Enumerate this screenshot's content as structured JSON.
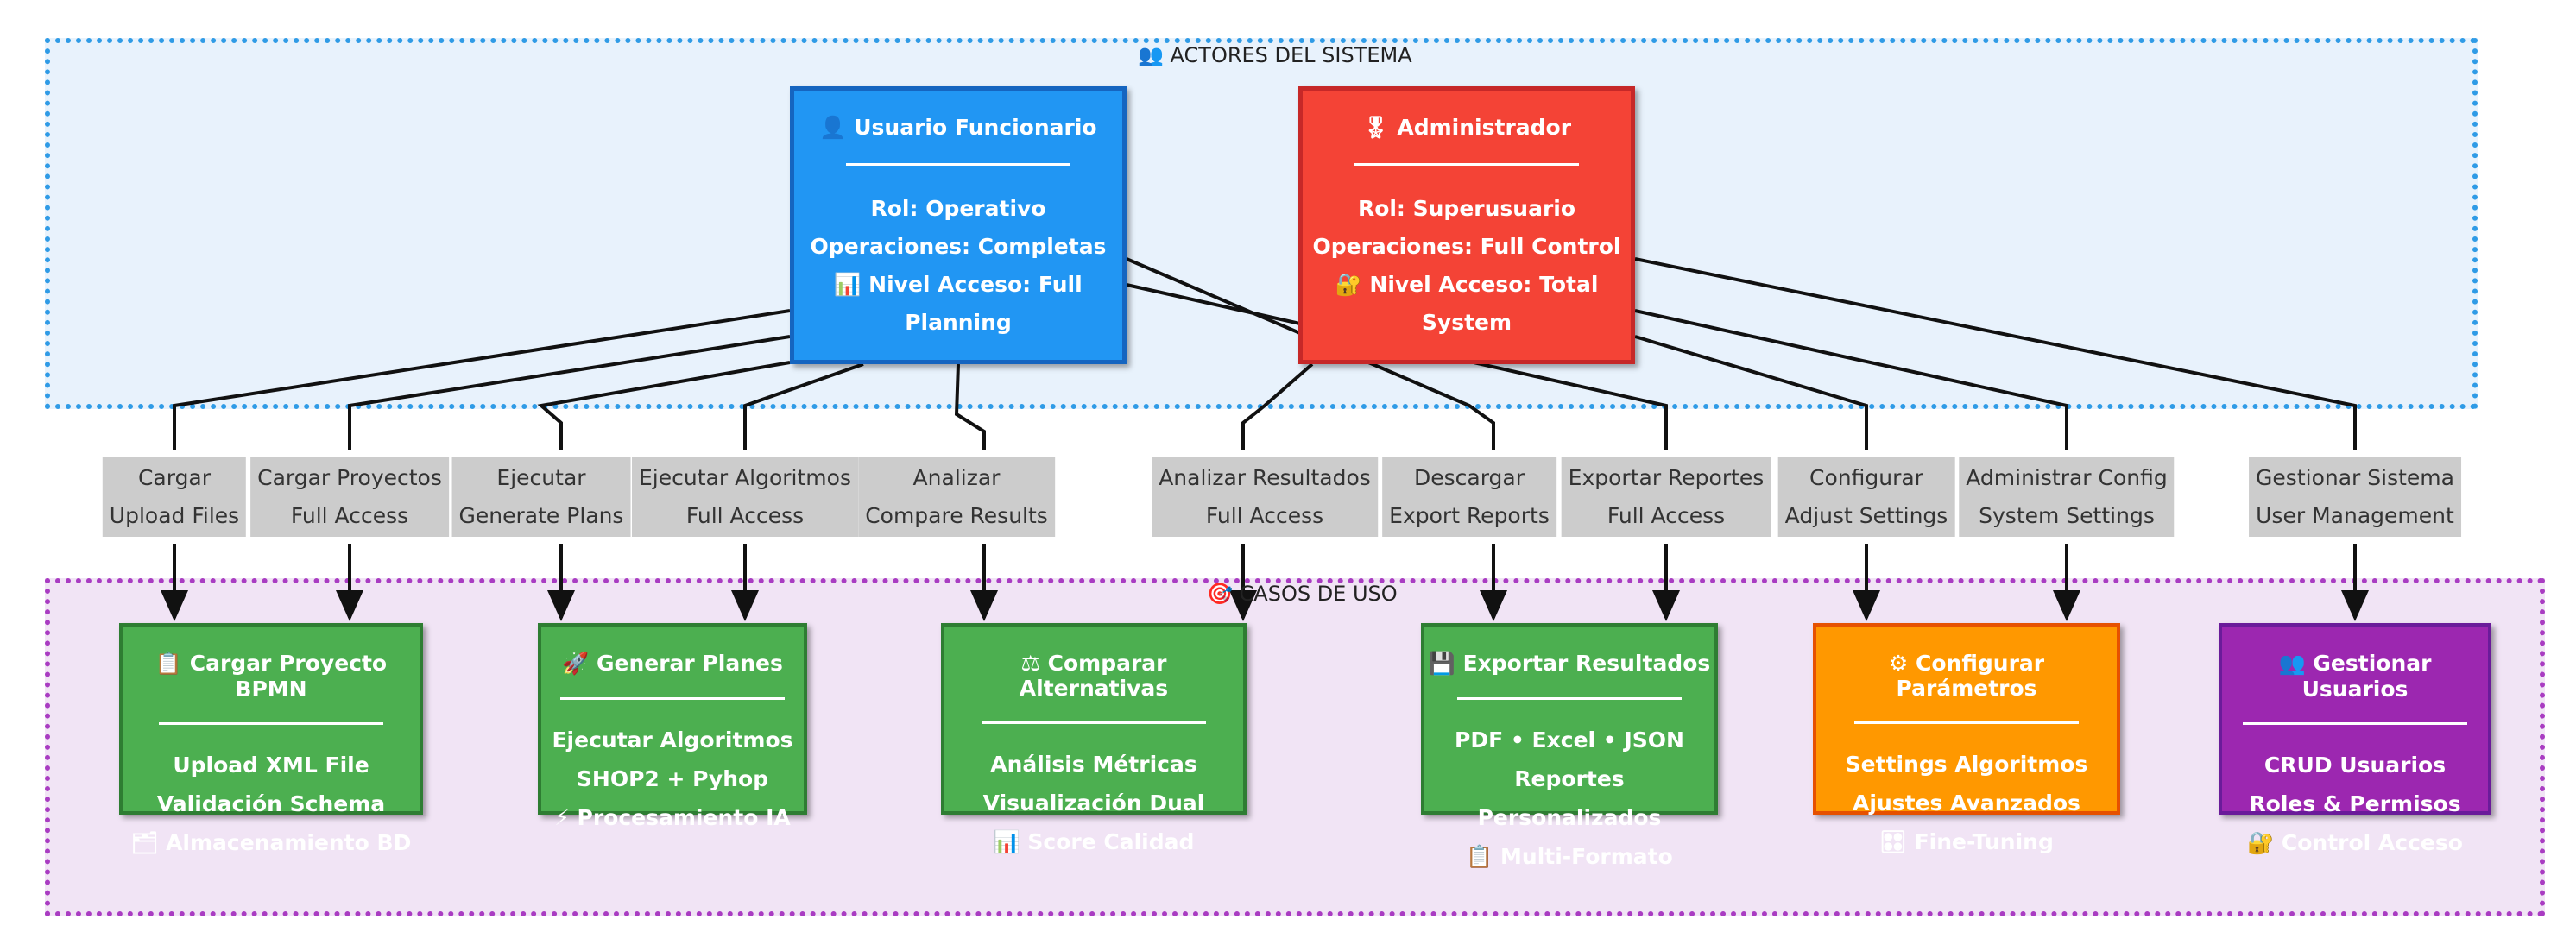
{
  "colors": {
    "actor_user": "#2196f3",
    "actor_admin": "#f44336",
    "use_case_default": "#4caf50",
    "use_case_config": "#ff9800",
    "use_case_users": "#9c27b0",
    "actors_cluster_border": "#2f9be6",
    "use_cases_cluster_border": "#a93cc2"
  },
  "clusters": {
    "actors_title_icon": "👥",
    "actors_title": "ACTORES DEL SISTEMA",
    "use_cases_title_icon": "🎯",
    "use_cases_title": "CASOS DE USO"
  },
  "actors": [
    {
      "icon": "👤",
      "title": "Usuario Funcionario",
      "lines": [
        "Rol: Operativo",
        "Operaciones: Completas",
        "📊 Nivel Acceso: Full",
        "Planning"
      ]
    },
    {
      "icon": "🎖",
      "title": "Administrador",
      "lines": [
        "Rol: Superusuario",
        "Operaciones: Full Control",
        "🔐 Nivel Acceso: Total",
        "System"
      ]
    }
  ],
  "use_cases": [
    {
      "icon": "📋",
      "title": "Cargar Proyecto BPMN",
      "lines": [
        "Upload XML File",
        "Validación Schema",
        "🗂 Almacenamiento BD"
      ]
    },
    {
      "icon": "🚀",
      "title": "Generar Planes",
      "lines": [
        "Ejecutar Algoritmos",
        "SHOP2 + Pyhop",
        "⚡ Procesamiento IA"
      ]
    },
    {
      "icon": "⚖",
      "title": "Comparar Alternativas",
      "lines": [
        "Análisis Métricas",
        "Visualización Dual",
        "📊 Score Calidad"
      ]
    },
    {
      "icon": "💾",
      "title": "Exportar Resultados",
      "lines": [
        "PDF • Excel • JSON",
        "Reportes Personalizados",
        "📋 Multi-Formato"
      ]
    },
    {
      "icon": "⚙",
      "title": "Configurar Parámetros",
      "lines": [
        "Settings Algoritmos",
        "Ajustes Avanzados",
        "🎛 Fine-Tuning"
      ]
    },
    {
      "icon": "👥",
      "title": "Gestionar Usuarios",
      "lines": [
        "CRUD Usuarios",
        "Roles & Permisos",
        "🔐 Control Acceso"
      ]
    }
  ],
  "edges": [
    {
      "line1": "Cargar",
      "line2": "Upload Files"
    },
    {
      "line1": "Cargar Proyectos",
      "line2": "Full Access"
    },
    {
      "line1": "Ejecutar",
      "line2": "Generate Plans"
    },
    {
      "line1": "Ejecutar Algoritmos",
      "line2": "Full Access"
    },
    {
      "line1": "Analizar",
      "line2": "Compare Results"
    },
    {
      "line1": "Analizar Resultados",
      "line2": "Full Access"
    },
    {
      "line1": "Descargar",
      "line2": "Export Reports"
    },
    {
      "line1": "Exportar Reportes",
      "line2": "Full Access"
    },
    {
      "line1": "Configurar",
      "line2": "Adjust Settings"
    },
    {
      "line1": "Administrar Config",
      "line2": "System Settings"
    },
    {
      "line1": "Gestionar Sistema",
      "line2": "User Management"
    }
  ]
}
